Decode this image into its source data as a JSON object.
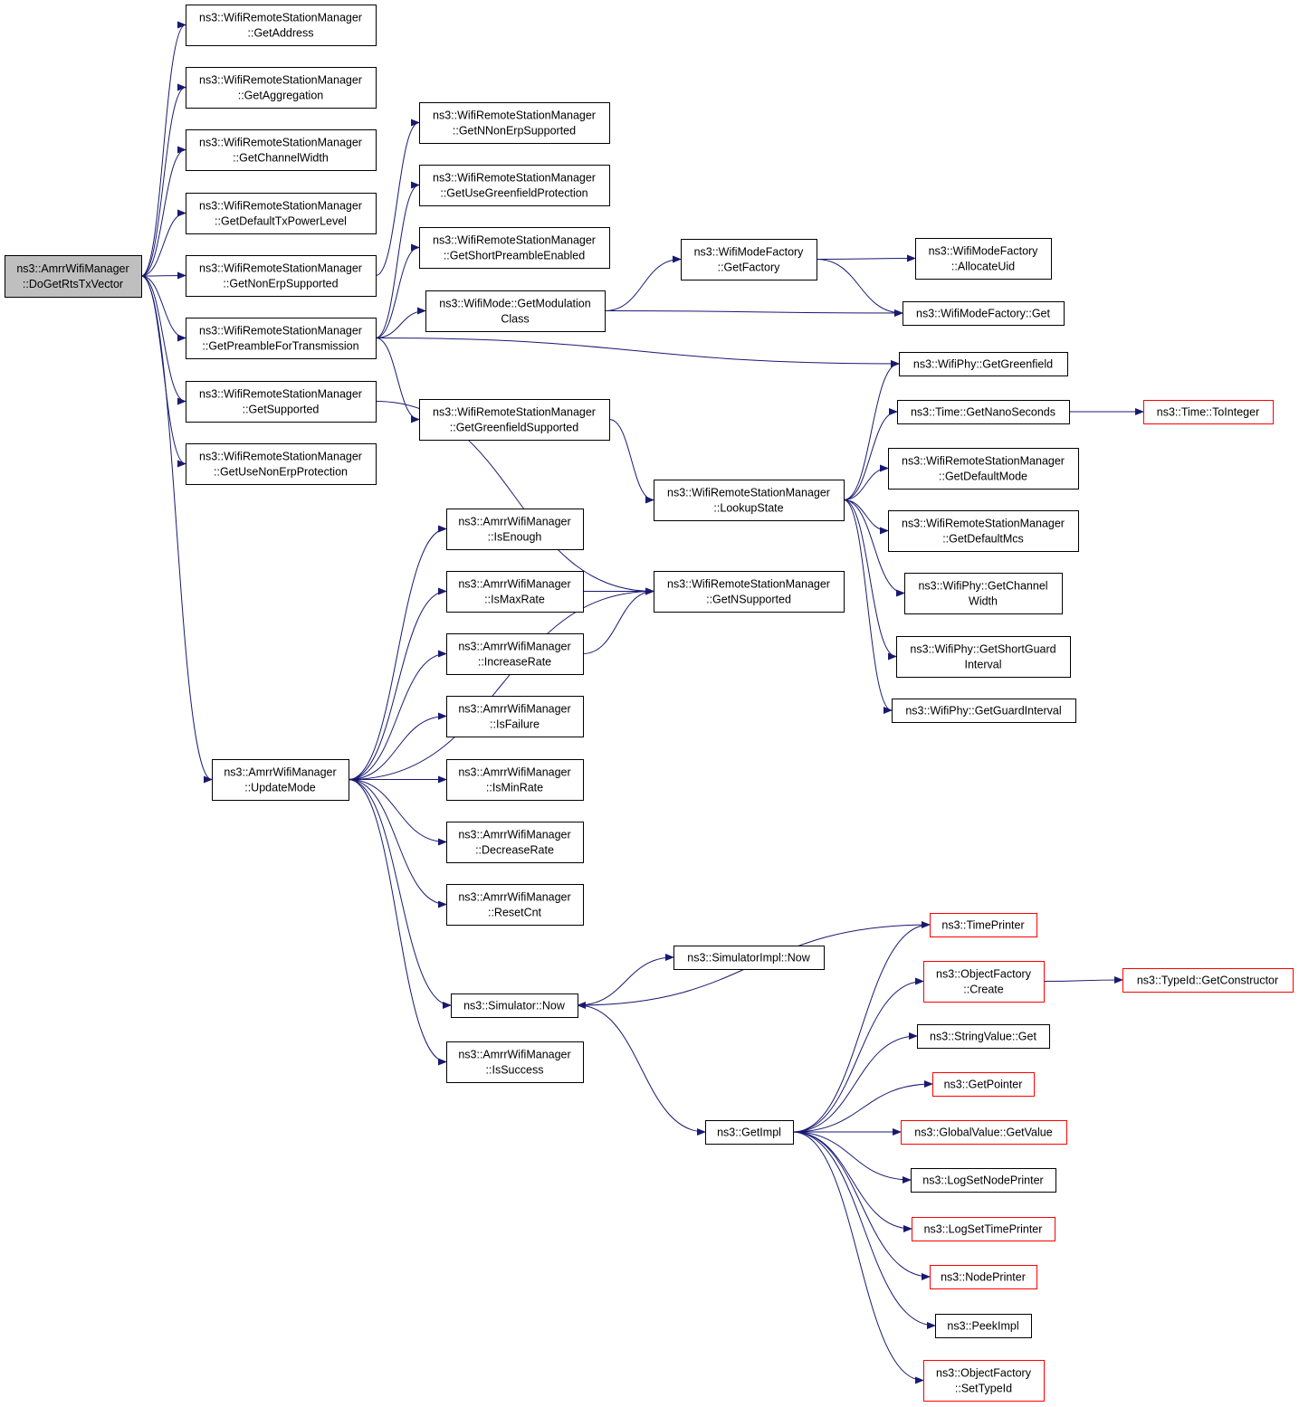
{
  "colors": {
    "edge": "#191970",
    "truncated_border": "#ff0000",
    "root_fill": "#bfbfbf"
  },
  "nodes": {
    "root": {
      "lines": [
        "ns3::AmrrWifiManager",
        "::DoGetRtsTxVector"
      ],
      "role": "root"
    },
    "getAddress": {
      "lines": [
        "ns3::WifiRemoteStationManager",
        "::GetAddress"
      ]
    },
    "getAggr": {
      "lines": [
        "ns3::WifiRemoteStationManager",
        "::GetAggregation"
      ]
    },
    "getChWidth": {
      "lines": [
        "ns3::WifiRemoteStationManager",
        "::GetChannelWidth"
      ]
    },
    "getDefTxPow": {
      "lines": [
        "ns3::WifiRemoteStationManager",
        "::GetDefaultTxPowerLevel"
      ]
    },
    "getNonErp": {
      "lines": [
        "ns3::WifiRemoteStationManager",
        "::GetNonErpSupported"
      ]
    },
    "getPreamble": {
      "lines": [
        "ns3::WifiRemoteStationManager",
        "::GetPreambleForTransmission"
      ]
    },
    "getSupported": {
      "lines": [
        "ns3::WifiRemoteStationManager",
        "::GetSupported"
      ]
    },
    "getUseNonErp": {
      "lines": [
        "ns3::WifiRemoteStationManager",
        "::GetUseNonErpProtection"
      ]
    },
    "getNNonErp": {
      "lines": [
        "ns3::WifiRemoteStationManager",
        "::GetNNonErpSupported"
      ]
    },
    "getUseGf": {
      "lines": [
        "ns3::WifiRemoteStationManager",
        "::GetUseGreenfieldProtection"
      ]
    },
    "getShortPre": {
      "lines": [
        "ns3::WifiRemoteStationManager",
        "::GetShortPreambleEnabled"
      ]
    },
    "getModClass": {
      "lines": [
        "ns3::WifiMode::GetModulation",
        "Class"
      ]
    },
    "getGfSupp": {
      "lines": [
        "ns3::WifiRemoteStationManager",
        "::GetGreenfieldSupported"
      ]
    },
    "getFactory": {
      "lines": [
        "ns3::WifiModeFactory",
        "::GetFactory"
      ]
    },
    "allocUid": {
      "lines": [
        "ns3::WifiModeFactory",
        "::AllocateUid"
      ]
    },
    "wmfGet": {
      "lines": [
        "ns3::WifiModeFactory::Get"
      ]
    },
    "phyGf": {
      "lines": [
        "ns3::WifiPhy::GetGreenfield"
      ]
    },
    "getNano": {
      "lines": [
        "ns3::Time::GetNanoSeconds"
      ]
    },
    "toInteger": {
      "lines": [
        "ns3::Time::ToInteger"
      ],
      "truncated": true
    },
    "getDefMode": {
      "lines": [
        "ns3::WifiRemoteStationManager",
        "::GetDefaultMode"
      ]
    },
    "getDefMcs": {
      "lines": [
        "ns3::WifiRemoteStationManager",
        "::GetDefaultMcs"
      ]
    },
    "lookup": {
      "lines": [
        "ns3::WifiRemoteStationManager",
        "::LookupState"
      ]
    },
    "phyChW": {
      "lines": [
        "ns3::WifiPhy::GetChannel",
        "Width"
      ]
    },
    "phySgi": {
      "lines": [
        "ns3::WifiPhy::GetShortGuard",
        "Interval"
      ]
    },
    "phyGi": {
      "lines": [
        "ns3::WifiPhy::GetGuardInterval"
      ]
    },
    "getNSupp": {
      "lines": [
        "ns3::WifiRemoteStationManager",
        "::GetNSupported"
      ]
    },
    "isEnough": {
      "lines": [
        "ns3::AmrrWifiManager",
        "::IsEnough"
      ]
    },
    "isMaxRate": {
      "lines": [
        "ns3::AmrrWifiManager",
        "::IsMaxRate"
      ]
    },
    "incRate": {
      "lines": [
        "ns3::AmrrWifiManager",
        "::IncreaseRate"
      ]
    },
    "isFailure": {
      "lines": [
        "ns3::AmrrWifiManager",
        "::IsFailure"
      ]
    },
    "isMinRate": {
      "lines": [
        "ns3::AmrrWifiManager",
        "::IsMinRate"
      ]
    },
    "decRate": {
      "lines": [
        "ns3::AmrrWifiManager",
        "::DecreaseRate"
      ]
    },
    "resetCnt": {
      "lines": [
        "ns3::AmrrWifiManager",
        "::ResetCnt"
      ]
    },
    "updateMode": {
      "lines": [
        "ns3::AmrrWifiManager",
        "::UpdateMode"
      ]
    },
    "isSuccess": {
      "lines": [
        "ns3::AmrrWifiManager",
        "::IsSuccess"
      ]
    },
    "simNow": {
      "lines": [
        "ns3::Simulator::Now"
      ]
    },
    "implNow": {
      "lines": [
        "ns3::SimulatorImpl::Now"
      ]
    },
    "timePrinter": {
      "lines": [
        "ns3::TimePrinter"
      ],
      "truncated": true
    },
    "ofCreate": {
      "lines": [
        "ns3::ObjectFactory",
        "::Create"
      ],
      "truncated": true
    },
    "getCtor": {
      "lines": [
        "ns3::TypeId::GetConstructor"
      ],
      "truncated": true
    },
    "strGet": {
      "lines": [
        "ns3::StringValue::Get"
      ]
    },
    "getPtr": {
      "lines": [
        "ns3::GetPointer"
      ],
      "truncated": true
    },
    "gvGet": {
      "lines": [
        "ns3::GlobalValue::GetValue"
      ],
      "truncated": true
    },
    "getImpl": {
      "lines": [
        "ns3::GetImpl"
      ]
    },
    "logNode": {
      "lines": [
        "ns3::LogSetNodePrinter"
      ]
    },
    "logTime": {
      "lines": [
        "ns3::LogSetTimePrinter"
      ],
      "truncated": true
    },
    "nodePrinter": {
      "lines": [
        "ns3::NodePrinter"
      ],
      "truncated": true
    },
    "peekImpl": {
      "lines": [
        "ns3::PeekImpl"
      ]
    },
    "ofSetType": {
      "lines": [
        "ns3::ObjectFactory",
        "::SetTypeId"
      ],
      "truncated": true
    }
  },
  "edges": [
    [
      "root",
      "getAddress"
    ],
    [
      "root",
      "getAggr"
    ],
    [
      "root",
      "getChWidth"
    ],
    [
      "root",
      "getDefTxPow"
    ],
    [
      "root",
      "getNonErp"
    ],
    [
      "root",
      "getPreamble"
    ],
    [
      "root",
      "getSupported"
    ],
    [
      "root",
      "getUseNonErp"
    ],
    [
      "root",
      "updateMode"
    ],
    [
      "getNonErp",
      "getNNonErp"
    ],
    [
      "getPreamble",
      "getUseGf"
    ],
    [
      "getPreamble",
      "getShortPre"
    ],
    [
      "getPreamble",
      "getModClass"
    ],
    [
      "getPreamble",
      "phyGf"
    ],
    [
      "getPreamble",
      "getGfSupp"
    ],
    [
      "getSupported",
      "getNSupp"
    ],
    [
      "getModClass",
      "getFactory"
    ],
    [
      "getModClass",
      "wmfGet"
    ],
    [
      "getFactory",
      "allocUid"
    ],
    [
      "getFactory",
      "wmfGet"
    ],
    [
      "getGfSupp",
      "lookup"
    ],
    [
      "lookup",
      "phyGf"
    ],
    [
      "lookup",
      "getNano"
    ],
    [
      "lookup",
      "getDefMode"
    ],
    [
      "lookup",
      "getDefMcs"
    ],
    [
      "lookup",
      "phyChW"
    ],
    [
      "lookup",
      "phySgi"
    ],
    [
      "lookup",
      "phyGi"
    ],
    [
      "getNano",
      "toInteger"
    ],
    [
      "updateMode",
      "isEnough"
    ],
    [
      "updateMode",
      "isMaxRate"
    ],
    [
      "updateMode",
      "incRate"
    ],
    [
      "updateMode",
      "isFailure"
    ],
    [
      "updateMode",
      "isMinRate"
    ],
    [
      "updateMode",
      "decRate"
    ],
    [
      "updateMode",
      "resetCnt"
    ],
    [
      "updateMode",
      "getNSupp"
    ],
    [
      "updateMode",
      "simNow"
    ],
    [
      "updateMode",
      "isSuccess"
    ],
    [
      "isMaxRate",
      "getNSupp"
    ],
    [
      "incRate",
      "getNSupp"
    ],
    [
      "simNow",
      "implNow"
    ],
    [
      "simNow",
      "getImpl"
    ],
    [
      "getImpl",
      "timePrinter"
    ],
    [
      "getImpl",
      "ofCreate"
    ],
    [
      "getImpl",
      "strGet"
    ],
    [
      "getImpl",
      "getPtr"
    ],
    [
      "getImpl",
      "gvGet"
    ],
    [
      "getImpl",
      "logNode"
    ],
    [
      "getImpl",
      "logTime"
    ],
    [
      "getImpl",
      "nodePrinter"
    ],
    [
      "getImpl",
      "peekImpl"
    ],
    [
      "getImpl",
      "ofSetType"
    ],
    [
      "timePrinter",
      "simNow"
    ],
    [
      "ofCreate",
      "getCtor"
    ]
  ]
}
